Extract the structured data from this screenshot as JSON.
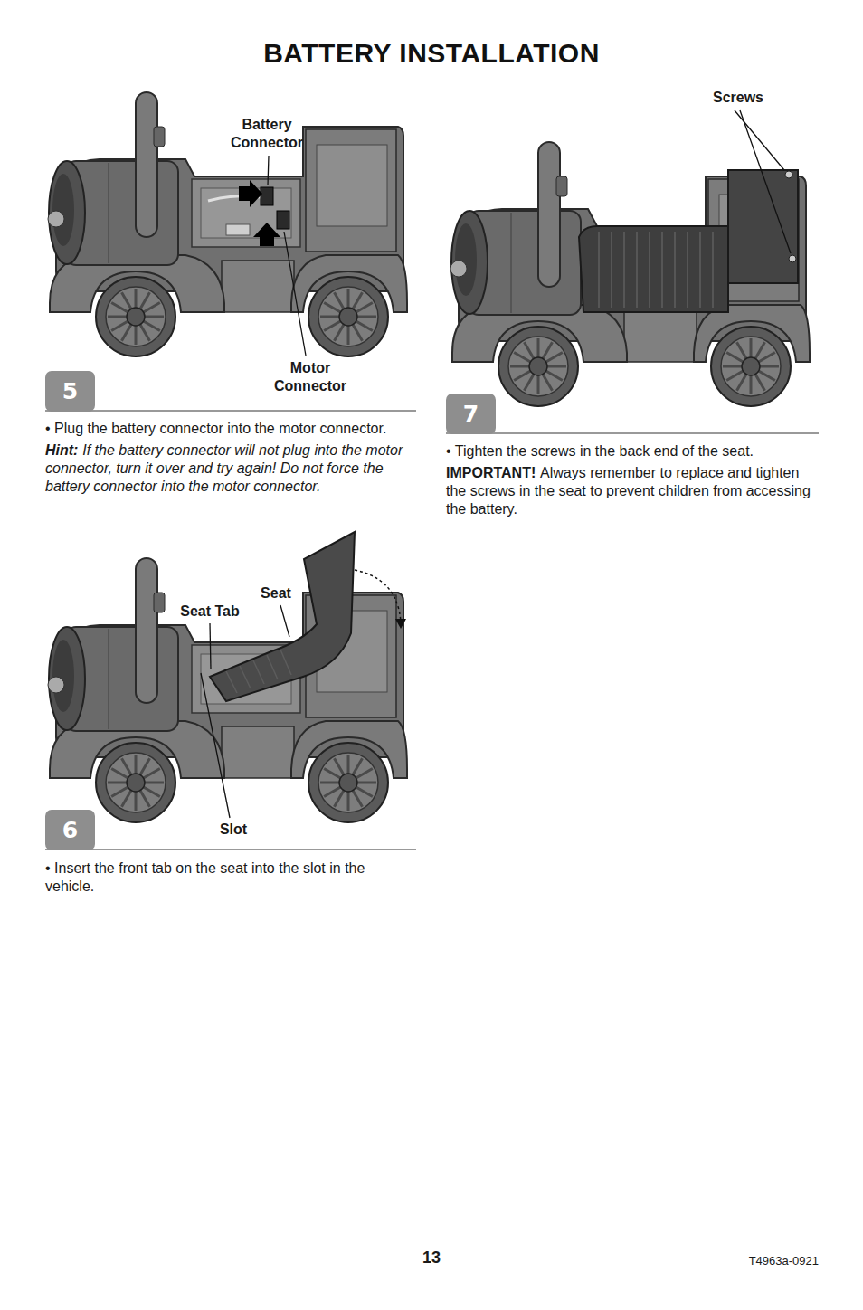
{
  "diagram": {
    "title": "BATTERY INSTALLATION",
    "nodes": [
      {
        "text": [
          "5"
        ]
      },
      {
        "text": [
          "6"
        ]
      },
      {
        "text": [
          "7"
        ]
      }
    ],
    "labels": [
      "Battery Connector",
      "Motor Connector",
      "• Plug the battery connector into the motor connector.",
      "Hint:",
      "If the battery connector will not plug into the motor connector, turn it over and try again! Do not force the battery connector into the motor connector.",
      "Seat",
      "Seat Tab",
      "Slot",
      "• Insert the front tab on the seat into the slot in the vehicle.",
      "Screws",
      "• Tighten the screws in the back end of the seat.",
      "IMPORTANT!",
      "Always remember to replace and tighten the screws in the seat to prevent children from accessing the battery.",
      "13",
      "T4963a-0921"
    ]
  }
}
